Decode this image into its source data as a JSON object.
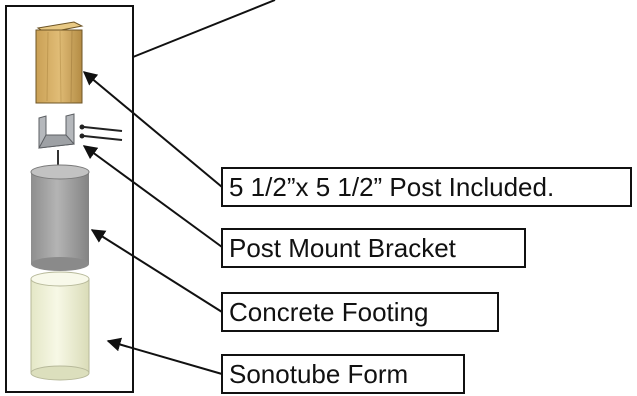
{
  "labels": {
    "post": "5 1/2”x 5 1/2” Post Included.",
    "bracket": "Post Mount Bracket",
    "footing": "Concrete Footing",
    "form": "Sonotube Form"
  },
  "colors": {
    "post_wood": "#d9b26a",
    "post_wood_dark": "#a9843f",
    "bracket_metal": "#b5b8bc",
    "concrete": "#9d9d9d",
    "sonotube": "#eff1d7",
    "line": "#111111"
  }
}
